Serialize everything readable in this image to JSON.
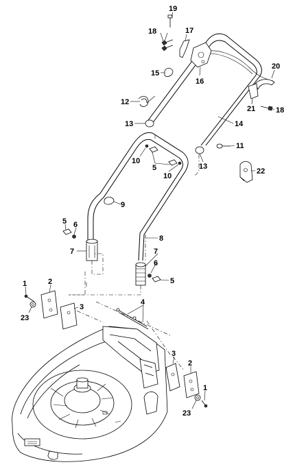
{
  "diagram": {
    "callouts": [
      {
        "id": "c19",
        "text": "19"
      },
      {
        "id": "c18a",
        "text": "18"
      },
      {
        "id": "c17",
        "text": "17"
      },
      {
        "id": "c16",
        "text": "16"
      },
      {
        "id": "c15",
        "text": "15"
      },
      {
        "id": "c20",
        "text": "20"
      },
      {
        "id": "c12",
        "text": "12"
      },
      {
        "id": "c21",
        "text": "21"
      },
      {
        "id": "c18b",
        "text": "18"
      },
      {
        "id": "c13a",
        "text": "13"
      },
      {
        "id": "c14",
        "text": "14"
      },
      {
        "id": "c11",
        "text": "11"
      },
      {
        "id": "c10a",
        "text": "10"
      },
      {
        "id": "c5a",
        "text": "5"
      },
      {
        "id": "c10b",
        "text": "10"
      },
      {
        "id": "c13b",
        "text": "13"
      },
      {
        "id": "c22",
        "text": "22"
      },
      {
        "id": "c9",
        "text": "9"
      },
      {
        "id": "c5b",
        "text": "5"
      },
      {
        "id": "c6a",
        "text": "6"
      },
      {
        "id": "c8",
        "text": "8"
      },
      {
        "id": "c7a",
        "text": "7"
      },
      {
        "id": "c7b",
        "text": "7"
      },
      {
        "id": "c6b",
        "text": "6"
      },
      {
        "id": "c5c",
        "text": "5"
      },
      {
        "id": "c1a",
        "text": "1"
      },
      {
        "id": "c2a",
        "text": "2"
      },
      {
        "id": "c4",
        "text": "4"
      },
      {
        "id": "c3a",
        "text": "3"
      },
      {
        "id": "c23a",
        "text": "23"
      },
      {
        "id": "c3b",
        "text": "3"
      },
      {
        "id": "c2b",
        "text": "2"
      },
      {
        "id": "c1b",
        "text": "1"
      },
      {
        "id": "c23b",
        "text": "23"
      }
    ]
  }
}
